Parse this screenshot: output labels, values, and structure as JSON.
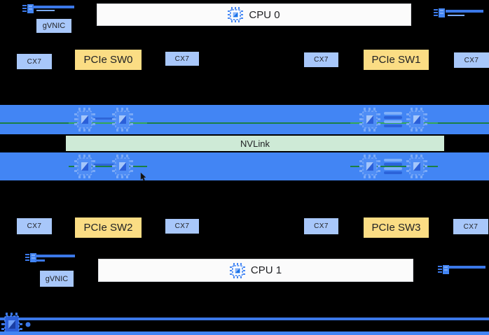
{
  "top": {
    "gvnic_label": "gVNIC",
    "cpu_label": "CPU 0",
    "nic_row": [
      "CX7",
      "PCIe SW0",
      "CX7",
      "CX7",
      "PCIe SW1",
      "CX7"
    ]
  },
  "middle": {
    "nvlink_label": "NVLink"
  },
  "bottom": {
    "nic_row": [
      "CX7",
      "PCIe SW2",
      "CX7",
      "CX7",
      "PCIe SW3",
      "CX7"
    ],
    "cpu_label": "CPU 1",
    "gvnic_label": "gVNIC"
  },
  "icons": {
    "cpu": "cpu-chip-icon",
    "gpu": "gpu-chip-icon",
    "network": "network-port-icon",
    "nvswitch": "link-bars-icon",
    "cursor": "mouse-cursor"
  },
  "colors": {
    "background": "#000000",
    "band_blue": "#4285F4",
    "connector_blue": "#3B78E8",
    "connector_blue_light": "#7BAAF7",
    "nvlink_bar_green": "#CEEAD6",
    "trace_green": "#1B7F43",
    "trace_green_bright": "#34A853",
    "switch_yellow": "#FBDD84",
    "nic_blue": "#A8C7FA",
    "cpu_box_white": "#FBFBFB",
    "text_dark": "#202124"
  }
}
